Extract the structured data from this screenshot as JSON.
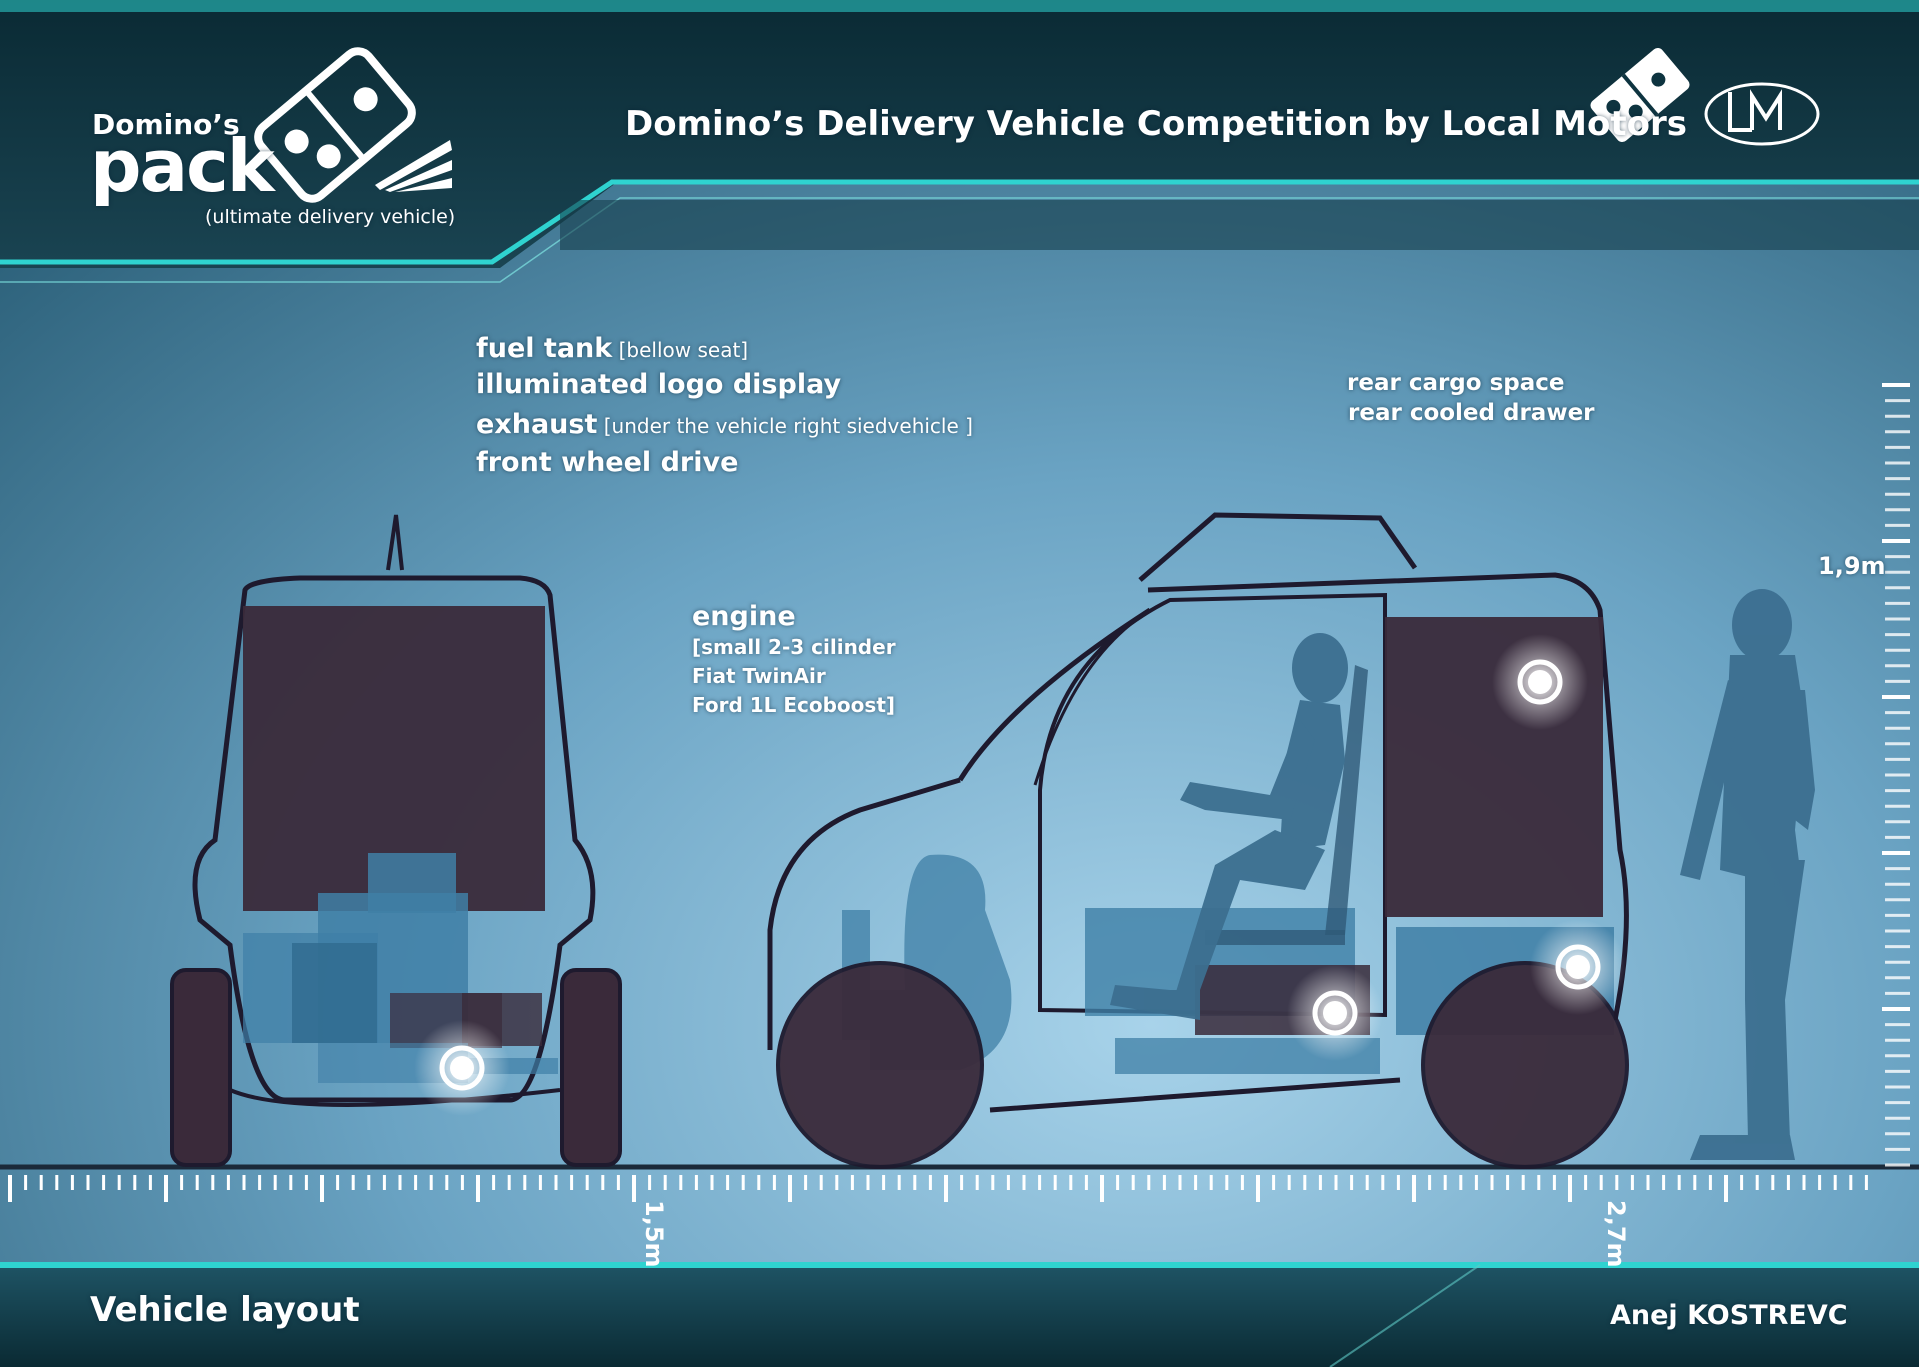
{
  "header": {
    "title": "Domino’s Delivery Vehicle Competition by Local Motors",
    "brand": {
      "top": "Domino’s",
      "main": "pack",
      "tagline": "(ultimate delivery vehicle)"
    },
    "logos": [
      "domino-logo-icon",
      "local-motors-logo-icon"
    ]
  },
  "labels": {
    "front": [
      {
        "main": "fuel tank",
        "note": " [bellow seat]"
      },
      {
        "main": "illuminated logo display",
        "note": ""
      },
      {
        "main": "exhaust",
        "note": " [under the vehicle right siedvehicle ]"
      },
      {
        "main": "front wheel drive",
        "note": ""
      }
    ],
    "engine": {
      "title": "engine",
      "lines": [
        "[small 2-3 cilinder",
        "Fiat TwinAir",
        "Ford 1L Ecoboost]"
      ]
    },
    "rear": [
      "rear cargo space",
      "rear cooled drawer"
    ]
  },
  "scale": {
    "width_front": "1,5m",
    "width_side": "2,7m",
    "height": "1,9m"
  },
  "footer": {
    "title": "Vehicle layout",
    "author": "Anej KOSTREVC"
  },
  "colors": {
    "accent": "#2fd3d0",
    "cargo": "#3a2a3a",
    "blue_block": "#3f7fa6"
  }
}
